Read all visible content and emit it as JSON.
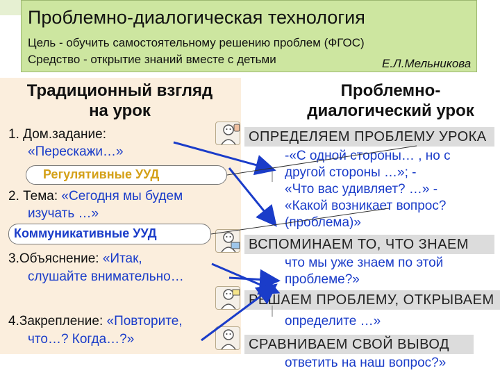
{
  "header": {
    "title": "Проблемно-диалогическая технология",
    "goal": "Цель - обучить самостоятельному решению проблем (ФГОС)",
    "means": "Средство - открытие знаний вместе с детьми",
    "author": "Е.Л.Мельникова"
  },
  "left": {
    "heading_line1": "Традиционный взгляд",
    "heading_line2": "на урок",
    "item1_label": "1. Дом.задание:",
    "item1_quote": "«Перескажи…»",
    "regulative": "Регулятивные       УУД",
    "item2_label": "2. Тема: ",
    "item2_quote_a": "«Сегодня мы будем",
    "item2_quote_b": "изучать …»",
    "communicative": "Коммуникативные УУД",
    "item3_label": "3.Объяснение: ",
    "item3_quote_a": "«Итак,",
    "item3_quote_b": "слушайте внимательно…",
    "item4_label": "4.Закрепление: ",
    "item4_quote_a": "«Повторите,",
    "item4_quote_b": "что…? Когда…?»"
  },
  "right": {
    "heading_line1": "Проблемно-",
    "heading_line2": "диалогический урок",
    "banner1": "ОПРЕДЕЛЯЕМ ПРОБЛЕМУ УРОКА",
    "text1_line1": "-«С одной стороны… , но с",
    "text1_line2": "другой стороны …»;        -",
    "text1_line3": "«Что вас удивляет? …»  -",
    "text1_line4": "«Какой возникает вопрос?",
    "text1_line5": "(проблема)»",
    "banner2": "ВСПОМИНАЕМ ТО, ЧТО ЗНАЕМ",
    "text2_line1": "что мы уже знаем по этой",
    "text2_line2": "проблеме?»",
    "banner3": "РЕШАЕМ ПРОБЛЕМУ, ОТКРЫВАЕМ",
    "text3_line1": "определите …»",
    "banner4": "СРАВНИВАЕМ СВОЙ ВЫВОД",
    "text4_line1": "ответить на наш вопрос?»"
  },
  "colors": {
    "header_bg": "#cde6a0",
    "left_panel_bg": "#fbeedd",
    "quote_blue": "#1a3cc9",
    "regulative_gold": "#d4a017",
    "banner_gray": "#dcdcdc"
  }
}
